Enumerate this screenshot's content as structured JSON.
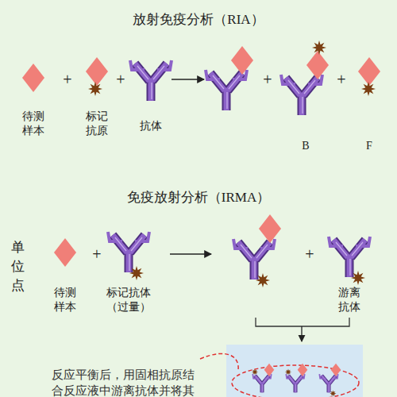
{
  "diagram": {
    "title": "放射免疫分析（RIA）",
    "nodes": [
      {
        "text": [
          "待测 样本"
        ]
      },
      {
        "text": [
          "标记 抗原"
        ]
      },
      {
        "text": [
          "抗体"
        ]
      },
      {
        "text": [
          "B"
        ]
      },
      {
        "text": [
          "F"
        ]
      },
      {
        "text": [
          "待测 样本"
        ]
      },
      {
        "text": [
          "标记抗体 （过量）"
        ]
      },
      {
        "text": [
          "游离 抗体"
        ]
      }
    ],
    "labels": [
      "+",
      "+",
      "+",
      "+",
      "免疫放射分析（IRMA）",
      "单位点",
      "+",
      "+",
      "反应平衡后，用固相抗原结合反应液中游离抗体并将其"
    ]
  }
}
